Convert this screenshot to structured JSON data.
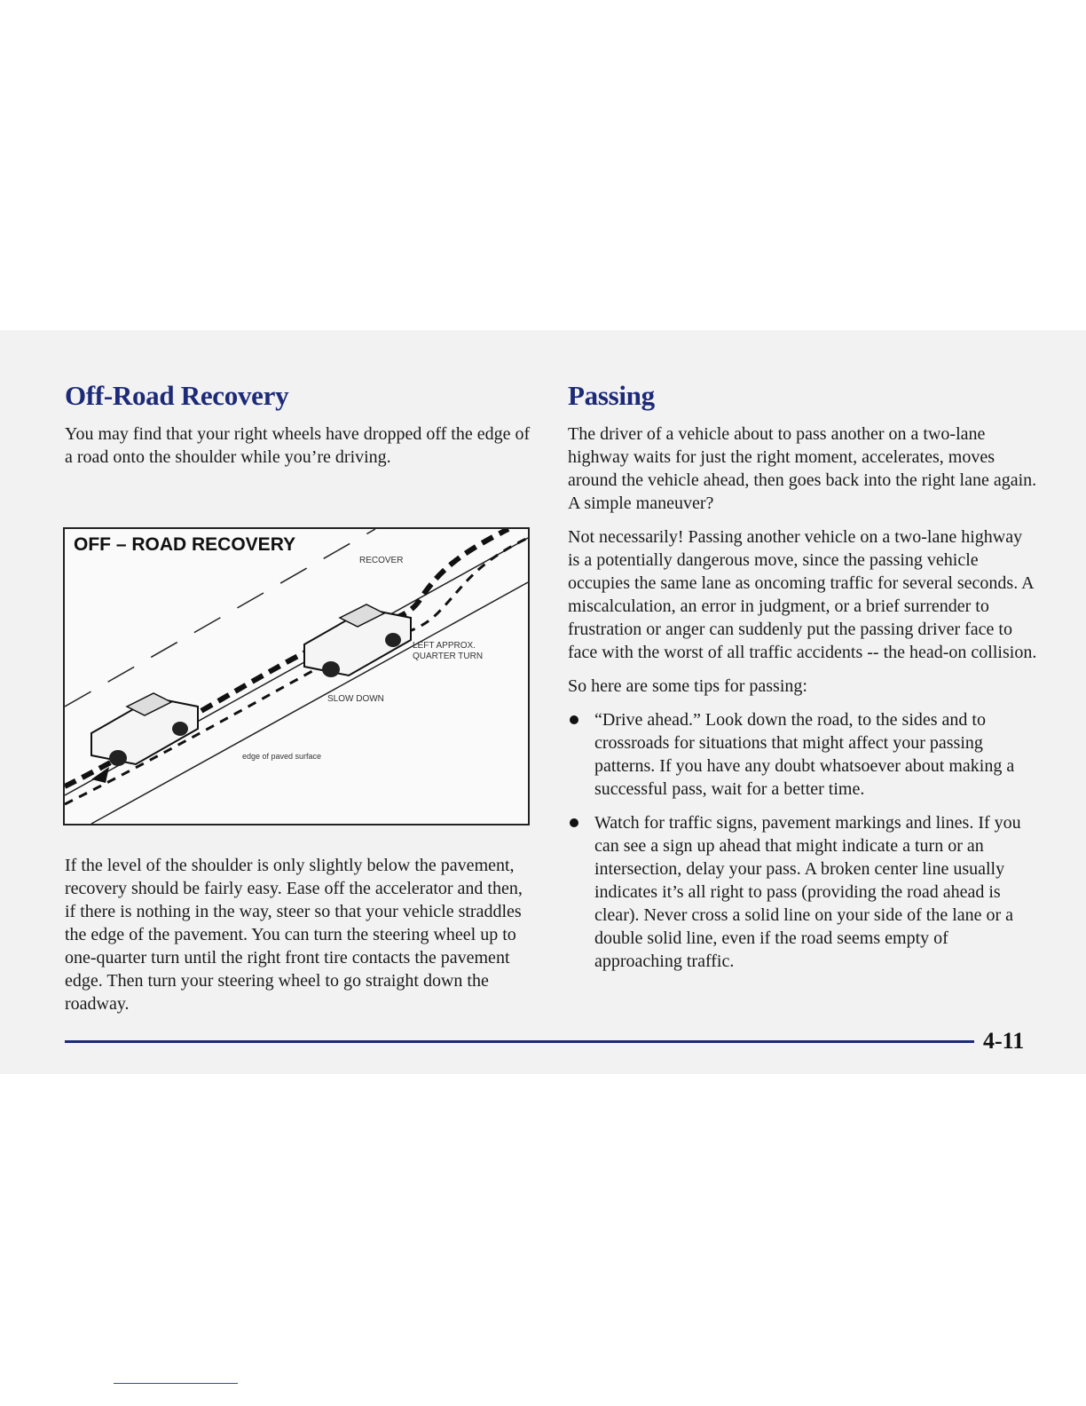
{
  "left": {
    "heading": "Off-Road Recovery",
    "intro": "You may find that your right wheels have dropped off the edge of a road onto the shoulder while you’re driving.",
    "figure": {
      "title": "OFF – ROAD RECOVERY",
      "labels": {
        "recover": "RECOVER",
        "left_turn_1": "LEFT APPROX.",
        "left_turn_2": "QUARTER TURN",
        "slow_down": "SLOW DOWN",
        "edge": "edge of paved surface"
      }
    },
    "body": "If the level of the shoulder is only slightly below the pavement, recovery should be fairly easy. Ease off the accelerator and then, if there is nothing in the way, steer so that your vehicle straddles the edge of the pavement. You can turn the steering wheel up to one-quarter turn until the right front tire contacts the pavement edge. Then turn your steering wheel to go straight down the roadway."
  },
  "right": {
    "heading": "Passing",
    "para1": "The driver of a vehicle about to pass another on a two-lane highway waits for just the right moment, accelerates, moves around the vehicle ahead, then goes back into the right lane again. A simple maneuver?",
    "para2": "Not necessarily! Passing another vehicle on a two-lane highway is a potentially dangerous move, since the passing vehicle occupies the same lane as oncoming traffic for several seconds. A miscalculation, an error in judgment, or a brief surrender to frustration or anger can suddenly put the passing driver face to face with the worst of all traffic accidents -- the head-on collision.",
    "para3": "So here are some tips for passing:",
    "tips": [
      "“Drive ahead.” Look down the road, to the sides and to crossroads for situations that might affect your passing patterns. If you have any doubt whatsoever about making a successful pass, wait for a better time.",
      "Watch for traffic signs, pavement markings and lines. If you can see a sign up ahead that might indicate a turn or an intersection, delay your pass. A broken center line usually indicates it’s all right to pass (providing the road ahead is clear). Never cross a solid line on your side of the lane or a double solid line, even if the road seems empty of approaching traffic."
    ]
  },
  "footer": {
    "page_number": "4-11"
  }
}
